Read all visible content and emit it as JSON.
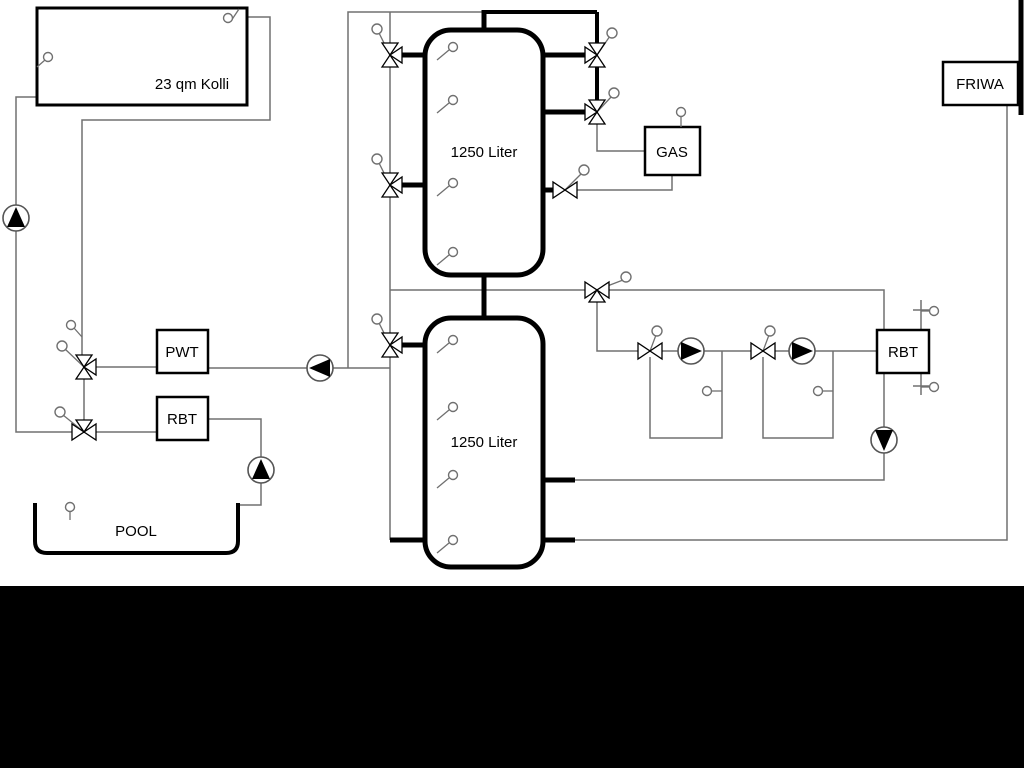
{
  "labels": {
    "collector": "23 qm Kolli",
    "tank_top": "1250 Liter",
    "tank_bottom": "1250 Liter",
    "gas": "GAS",
    "friwa": "FRIWA",
    "pwt": "PWT",
    "rbt_left": "RBT",
    "rbt_right": "RBT",
    "pool": "POOL"
  },
  "colors": {
    "pipe": "#707070",
    "ink": "#000000",
    "background": "#ffffff",
    "bottom_mask": "#000000"
  }
}
